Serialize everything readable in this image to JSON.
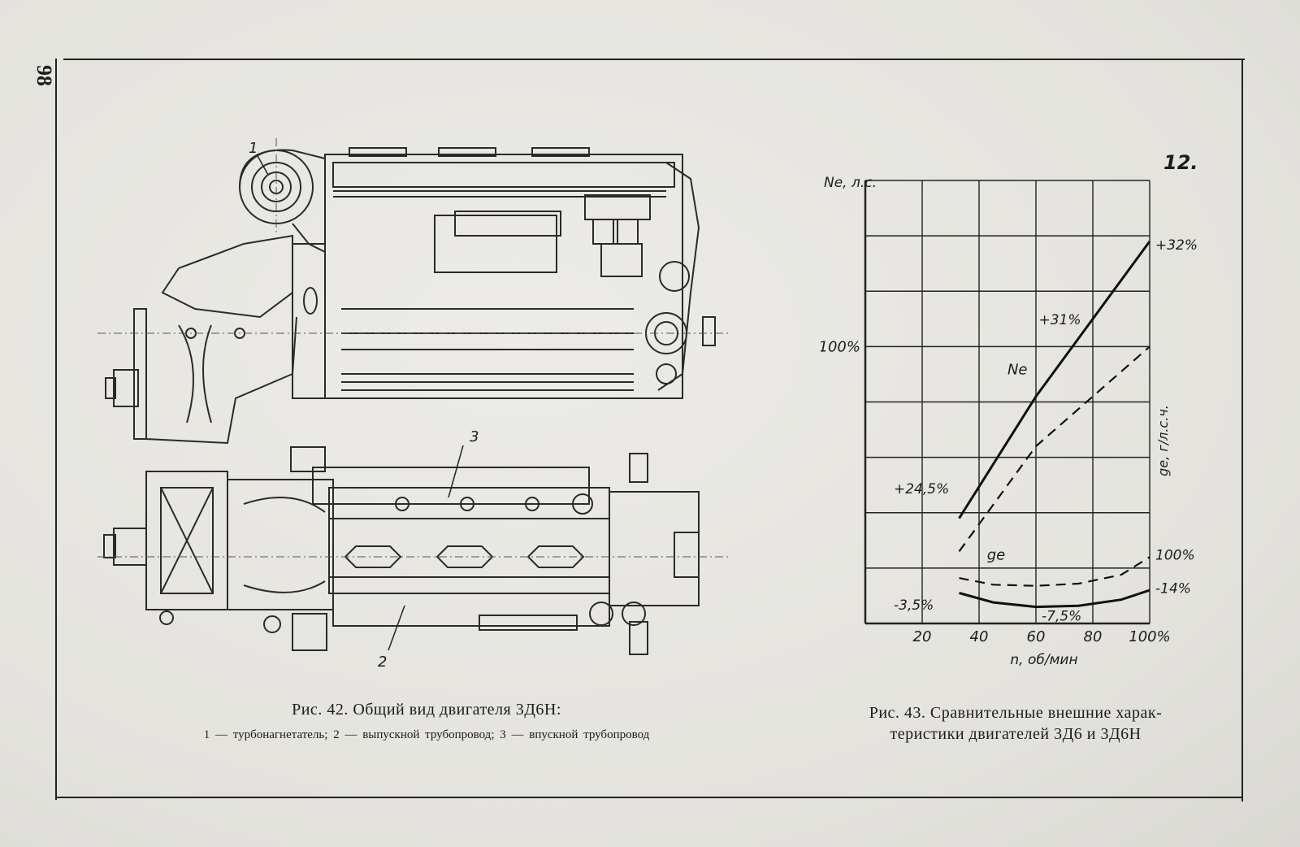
{
  "page": {
    "number": "98",
    "corner_mark": "12."
  },
  "figure42": {
    "caption": "Рис. 42. Общий вид двигателя 3Д6Н:",
    "legend": "1 — турбонагнетатель; 2 — выпускной трубопровод; 3 — впускной трубопровод",
    "callouts": [
      "1",
      "2",
      "3"
    ]
  },
  "figure43": {
    "caption_lines": [
      "Рис. 43. Сравнительные внешние харак-",
      "теристики двигателей 3Д6 и 3Д6Н"
    ]
  },
  "chart_data": {
    "type": "line",
    "xlabel": "n, об/мин",
    "ylabel_left": "Nе, л.с.",
    "ylabel_right": "gе, г/л.с.ч.",
    "x_ticks": [
      {
        "value": 20,
        "label": "20"
      },
      {
        "value": 40,
        "label": "40"
      },
      {
        "value": 60,
        "label": "60"
      },
      {
        "value": 80,
        "label": "80"
      },
      {
        "value": 100,
        "label": "100%"
      }
    ],
    "xlim": [
      0,
      100
    ],
    "ylim": [
      0,
      8
    ],
    "y_tick": {
      "value": 5,
      "label": "100%"
    },
    "grid": true,
    "series": [
      {
        "name": "Nе",
        "style": "solid",
        "x": [
          33,
          60,
          100
        ],
        "y": [
          1.9,
          4.1,
          6.9
        ]
      },
      {
        "name": "",
        "style": "dashed",
        "x": [
          33,
          60,
          100
        ],
        "y": [
          1.3,
          3.2,
          5.0
        ]
      },
      {
        "name": "gе",
        "style": "solid",
        "x": [
          33,
          45,
          60,
          75,
          90,
          100
        ],
        "y": [
          0.55,
          0.38,
          0.3,
          0.32,
          0.43,
          0.6
        ]
      },
      {
        "name": "",
        "style": "dashed",
        "x": [
          33,
          45,
          60,
          75,
          90,
          100
        ],
        "y": [
          0.82,
          0.7,
          0.68,
          0.72,
          0.88,
          1.2
        ]
      }
    ],
    "annotations": [
      {
        "text": "+32%",
        "x": 102,
        "y": 6.75
      },
      {
        "text": "+31%",
        "x": 61,
        "y": 5.4
      },
      {
        "text": "+24,5%",
        "x": 10,
        "y": 2.35
      },
      {
        "text": "100%",
        "x": 102,
        "y": 1.15
      },
      {
        "text": "-14%",
        "x": 102,
        "y": 0.55
      },
      {
        "text": "-3,5%",
        "x": 10,
        "y": 0.25
      },
      {
        "text": "-7,5%",
        "x": 62,
        "y": 0.05
      }
    ]
  }
}
